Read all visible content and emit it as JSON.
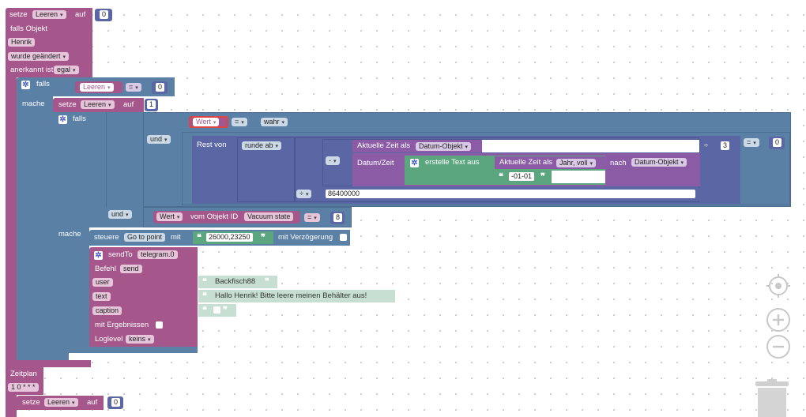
{
  "b1": {
    "setze": "setze",
    "var": "Leeren",
    "auf": "auf",
    "val": "0"
  },
  "trig": {
    "falls_objekt": "falls Objekt",
    "obj": "Henrik",
    "wurde": "wurde geändert",
    "anerkannt": "anerkannt ist",
    "egal": "egal"
  },
  "if1": {
    "falls": "falls",
    "var": "Leeren",
    "op": "=",
    "val": "0",
    "mache": "mache"
  },
  "set2": {
    "setze": "setze",
    "var": "Leeren",
    "auf": "auf",
    "val": "1"
  },
  "if2": {
    "falls": "falls",
    "wert": "Wert",
    "op": "=",
    "wahr": "wahr",
    "und": "und",
    "rest": "Rest von",
    "runde": "runde ab",
    "aktuelle": "Aktuelle Zeit als",
    "datum_objekt": "Datum-Objekt",
    "div": "÷",
    "three": "3",
    "eq": "=",
    "zero": "0",
    "minus": "-",
    "datumzeit": "Datum/Zeit",
    "erstelle": "erstelle Text aus",
    "aktuelle2": "Aktuelle Zeit als",
    "jahr": "Jahr, voll",
    "nach": "nach",
    "datum_objekt2": "Datum-Objekt",
    "str": "-01-01",
    "div2": "÷",
    "num": "86400000",
    "und2": "und",
    "wert2": "Wert",
    "vom": "vom Objekt ID",
    "objid": "Vacuum state",
    "eq2": "=",
    "eight": "8",
    "mache": "mache"
  },
  "steuere": {
    "label": "steuere",
    "target": "Go to point",
    "mit": "mit",
    "value": "26000,23250",
    "verz": "mit Verzögerung"
  },
  "sendto": {
    "label": "sendTo",
    "adapter": "telegram.0",
    "befehl": "Befehl",
    "cmd": "send",
    "user": "user",
    "user_val": "Backfisch88",
    "text": "text",
    "text_val": "Hallo Henrik! Bitte leere meinen Behälter aus!",
    "caption": "caption",
    "ergebnissen": "mit Ergebnissen",
    "loglevel": "Loglevel",
    "keins": "keins"
  },
  "zeitplan": {
    "label": "Zeitplan",
    "cron": "1 0 * * *"
  },
  "b_last": {
    "setze": "setze",
    "var": "Leeren",
    "auf": "auf",
    "val": "0"
  },
  "tools": {
    "target": "target-icon",
    "zoom_in": "zoom-in-icon",
    "zoom_out": "zoom-out-icon",
    "trash": "trash-icon"
  },
  "colors": {
    "variables": "#a5568b",
    "logic": "#5b80a5",
    "math": "#5b67a5",
    "text": "#5ba57f",
    "time": "#8b5ba5"
  }
}
